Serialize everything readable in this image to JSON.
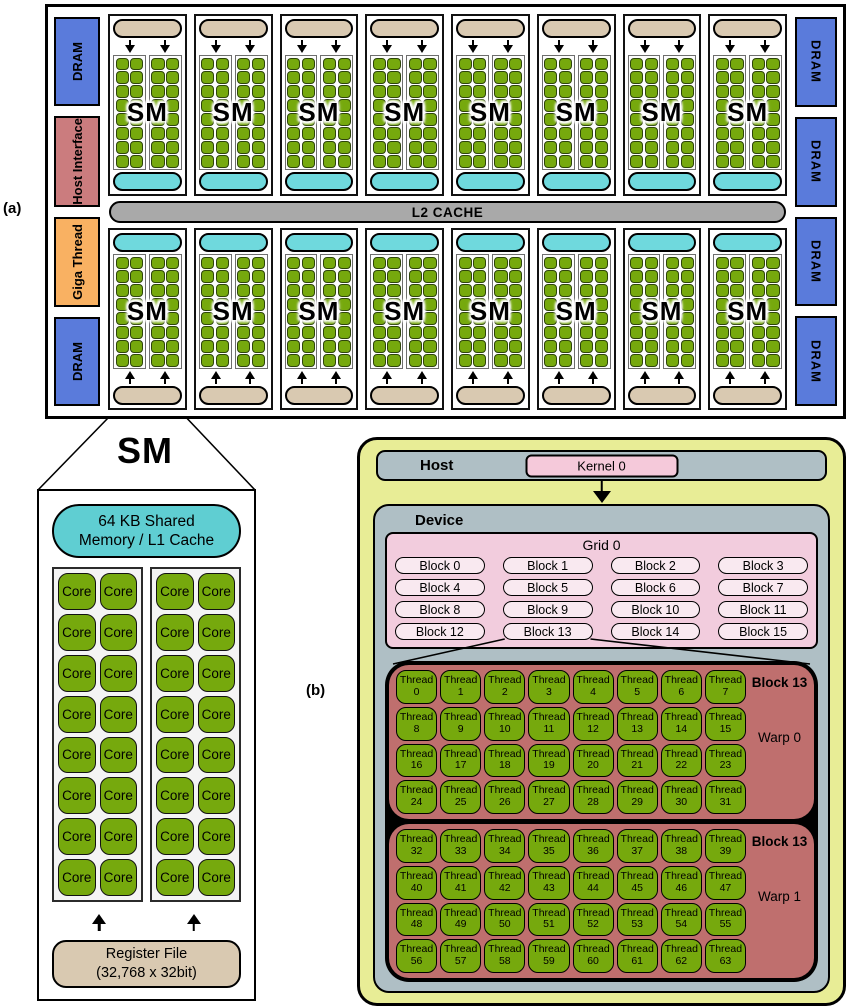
{
  "labels": {
    "panel_a": "(a)",
    "panel_b": "(b)"
  },
  "panel_a": {
    "left_blocks": [
      {
        "label": "DRAM",
        "type": "dram"
      },
      {
        "label": "Host Interface",
        "type": "hostif"
      },
      {
        "label": "Giga Thread",
        "type": "giga"
      },
      {
        "label": "DRAM",
        "type": "dram"
      }
    ],
    "right_blocks": [
      {
        "label": "DRAM"
      },
      {
        "label": "DRAM"
      },
      {
        "label": "DRAM"
      },
      {
        "label": "DRAM"
      }
    ],
    "sm_label": "SM",
    "sm_per_row": 8,
    "rows": 2,
    "subcols_per_sm": 2,
    "core_cols_per_subcol": 2,
    "core_rows": 8,
    "l2_label": "L2 CACHE"
  },
  "sm_detail": {
    "title": "SM",
    "shared_memory_lines": [
      "64 KB Shared",
      "Memory / L1 Cache"
    ],
    "core_label": "Core",
    "core_rows": 8,
    "register_file_lines": [
      "Register File",
      "(32,768 x 32bit)"
    ]
  },
  "panel_b": {
    "host_label": "Host",
    "kernel_label": "Kernel 0",
    "device_label": "Device",
    "grid_label": "Grid 0",
    "block_labels": [
      "Block 0",
      "Block 1",
      "Block 2",
      "Block 3",
      "Block 4",
      "Block 5",
      "Block 6",
      "Block 7",
      "Block 8",
      "Block 9",
      "Block 10",
      "Block 11",
      "Block 12",
      "Block 13",
      "Block 14",
      "Block 15"
    ],
    "expanded_block_index": 13,
    "thread_word": "Thread",
    "warps": [
      {
        "block_label": "Block 13",
        "warp_label": "Warp 0",
        "threads": [
          0,
          1,
          2,
          3,
          4,
          5,
          6,
          7,
          8,
          9,
          10,
          11,
          12,
          13,
          14,
          15,
          16,
          17,
          18,
          19,
          20,
          21,
          22,
          23,
          24,
          25,
          26,
          27,
          28,
          29,
          30,
          31
        ]
      },
      {
        "block_label": "Block 13",
        "warp_label": "Warp 1",
        "threads": [
          32,
          33,
          34,
          35,
          36,
          37,
          38,
          39,
          40,
          41,
          42,
          43,
          44,
          45,
          46,
          47,
          48,
          49,
          50,
          51,
          52,
          53,
          54,
          55,
          56,
          57,
          58,
          59,
          60,
          61,
          62,
          63
        ]
      }
    ]
  },
  "colors": {
    "core_green": "#76a90d",
    "cyan": "#6fd9dd",
    "cyan_detail": "#5fced2",
    "tan": "#d9c9b1",
    "l2_gray": "#a9a9a9",
    "dram_blue": "#5a7bdb",
    "host_interface_red": "#cb7c7e",
    "giga_thread_orange": "#f9b162",
    "panel_b_yellow": "#e8ed96",
    "host_device_gray": "#afbfc5",
    "kernel_pink": "#f5c9da",
    "grid_pink": "#f2ccdd",
    "block_pill_pink": "#f9e9f0",
    "warp_red": "#bf6f6e"
  }
}
